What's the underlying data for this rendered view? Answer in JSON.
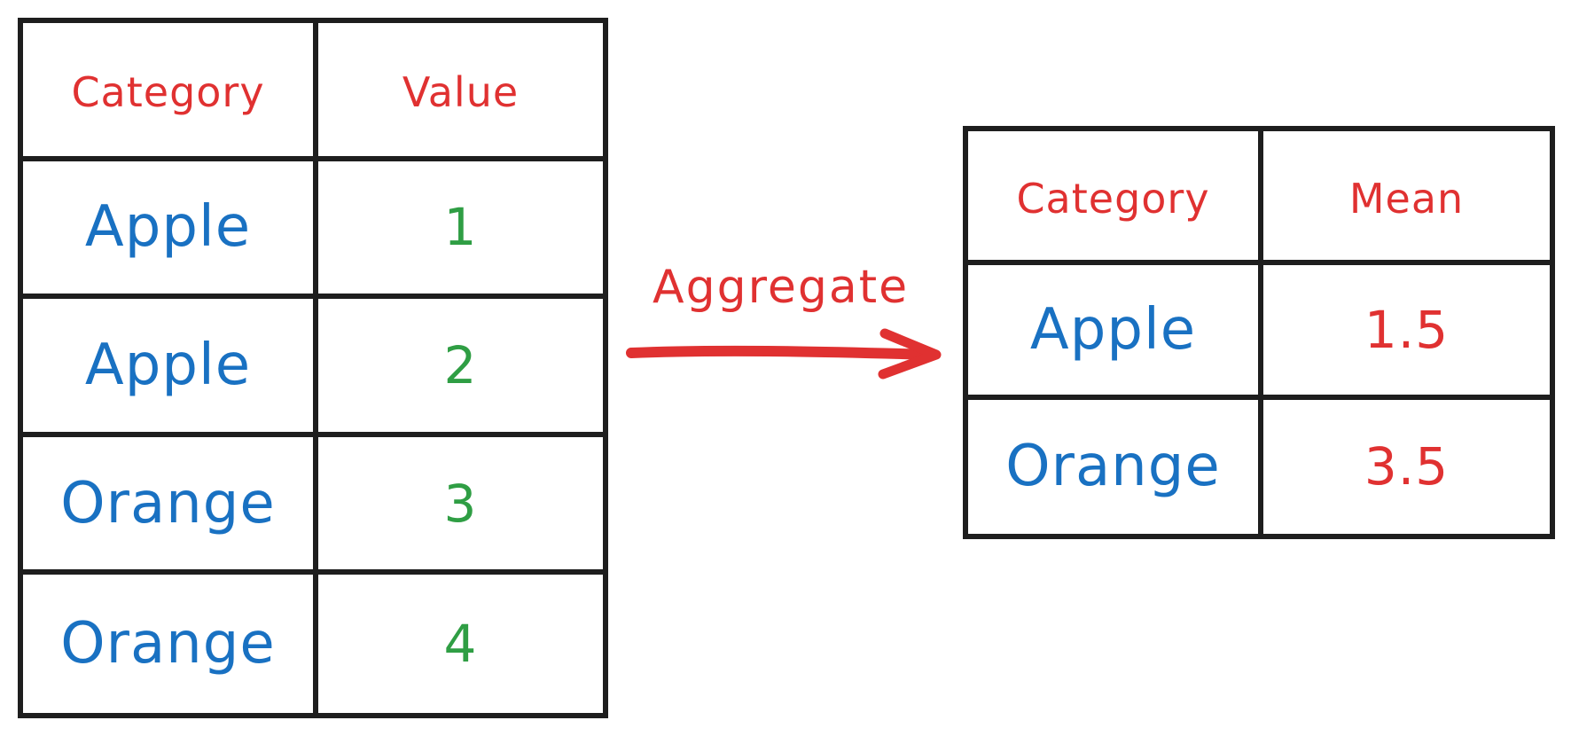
{
  "colors": {
    "header_text": "#e03131",
    "category_text": "#1971c2",
    "value_text": "#2f9e44",
    "mean_text": "#e03131",
    "arrow": "#e03131",
    "stroke": "#1e1e1e"
  },
  "source_table": {
    "headers": [
      "Category",
      "Value"
    ],
    "rows": [
      [
        "Apple",
        "1"
      ],
      [
        "Apple",
        "2"
      ],
      [
        "Orange",
        "3"
      ],
      [
        "Orange",
        "4"
      ]
    ]
  },
  "arrow": {
    "label": "Aggregate",
    "icon": "arrow-right-icon"
  },
  "result_table": {
    "headers": [
      "Category",
      "Mean"
    ],
    "rows": [
      [
        "Apple",
        "1.5"
      ],
      [
        "Orange",
        "3.5"
      ]
    ]
  }
}
